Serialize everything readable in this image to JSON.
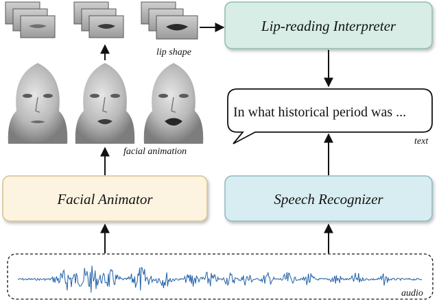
{
  "diagram": {
    "boxes": {
      "lip_reading_interpreter": "Lip-reading Interpreter",
      "facial_animator": "Facial Animator",
      "speech_recognizer": "Speech Recognizer"
    },
    "speech_bubble": "In what historical period was ...",
    "captions": {
      "lip_shape": "lip shape",
      "facial_animation": "facial animation",
      "text": "text",
      "audio": "audio"
    },
    "colors": {
      "lip_box_fill": "#d7ede6",
      "lip_box_stroke": "#8fbcae",
      "facial_box_fill": "#fcf3e0",
      "facial_box_stroke": "#d8c08e",
      "speech_box_fill": "#d8edf1",
      "speech_box_stroke": "#8fb7c0",
      "waveform": "#1f5fa8",
      "arrow": "#111111"
    },
    "icons": [
      "mouth-crop-icon",
      "face-mesh-icon",
      "audio-waveform-icon"
    ]
  }
}
